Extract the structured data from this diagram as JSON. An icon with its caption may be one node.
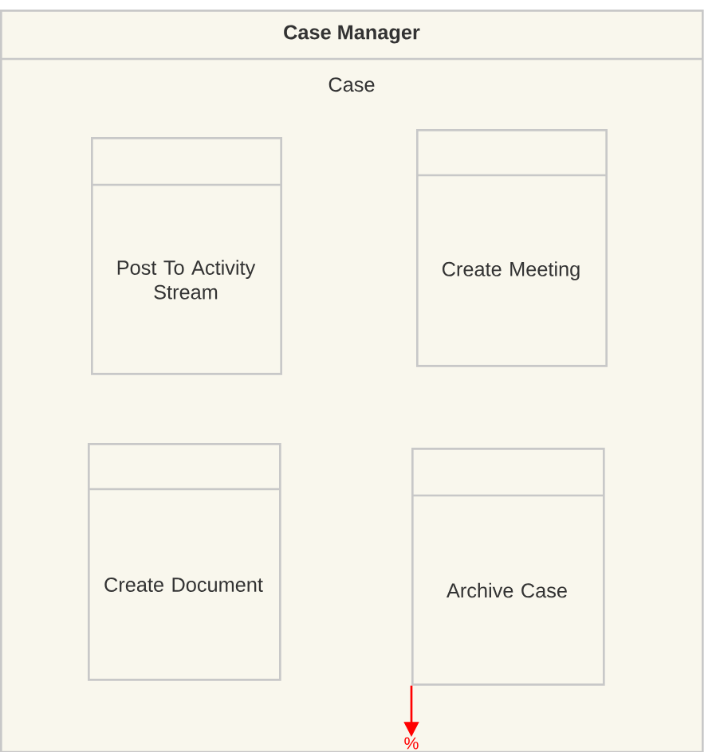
{
  "diagram": {
    "nodes": [
      {
        "text": [
          "Case Manager"
        ]
      },
      {
        "text": [
          "Case"
        ],
        "in": 0
      },
      {
        "text": [
          "Post To Activity Stream"
        ],
        "in": 0
      },
      {
        "text": [
          "Create Meeting"
        ],
        "in": 0
      },
      {
        "text": [
          "Create Document"
        ],
        "in": 0
      },
      {
        "text": [
          "Archive Case"
        ],
        "in": 0
      },
      {
        "text": [
          "%"
        ],
        "in": 0
      }
    ],
    "edges": [
      {
        "from": 5,
        "to": 6,
        "arrow": "to",
        "color": "#ff0000"
      }
    ]
  }
}
